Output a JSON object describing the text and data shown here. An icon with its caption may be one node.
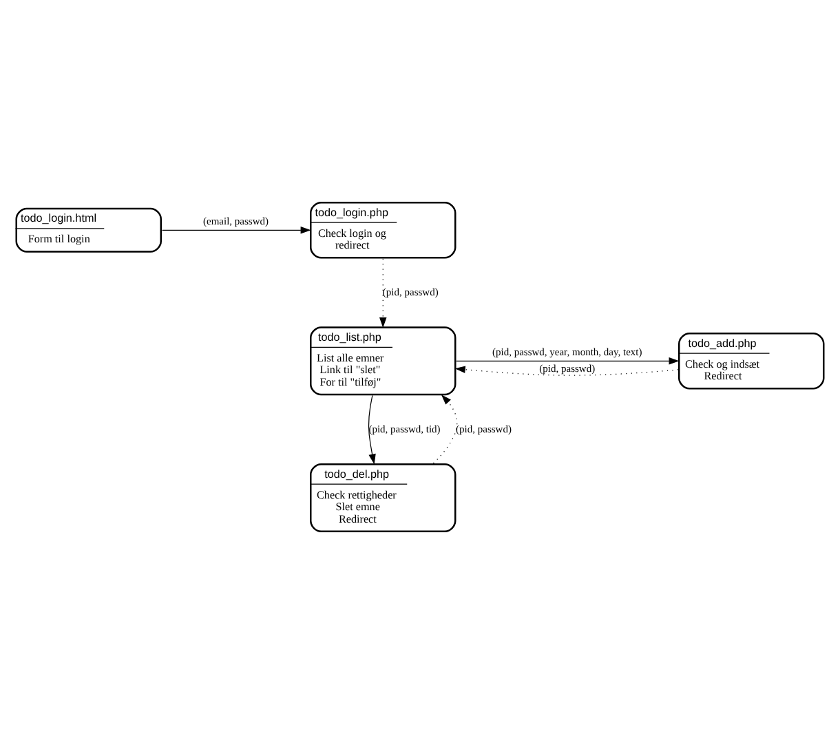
{
  "diagram": {
    "nodes": [
      {
        "text": [
          "todo_login.html",
          "Form til login"
        ]
      },
      {
        "text": [
          "todo_login.php",
          "Check login og redirect"
        ]
      },
      {
        "text": [
          "todo_add.php",
          "Check og indsæt Redirect"
        ]
      },
      {
        "text": [
          "todo_list.php",
          "List alle emner Link til \"slet\" For til \"tilføj\""
        ]
      },
      {
        "text": [
          "todo_del.php",
          "Check rettigheder Slet emne Redirect"
        ]
      }
    ],
    "edges": [
      {
        "from": 0,
        "to": 1,
        "arrow": "to",
        "label": "(email, passwd)"
      },
      {
        "from": 1,
        "to": 3,
        "arrow": "to",
        "label": "(pid, passwd)",
        "style": "dashed"
      },
      {
        "from": 3,
        "to": 2,
        "arrow": "to",
        "label": "(pid, passwd, year, month, day, text)"
      },
      {
        "from": 2,
        "to": 3,
        "arrow": "to",
        "label": "(pid, passwd)",
        "style": "dashed"
      },
      {
        "from": 3,
        "to": 4,
        "arrow": "to",
        "label": "(pid, passwd, tid)"
      },
      {
        "from": 4,
        "to": 3,
        "arrow": "to",
        "label": "(pid, passwd)",
        "style": "dashed"
      }
    ]
  }
}
